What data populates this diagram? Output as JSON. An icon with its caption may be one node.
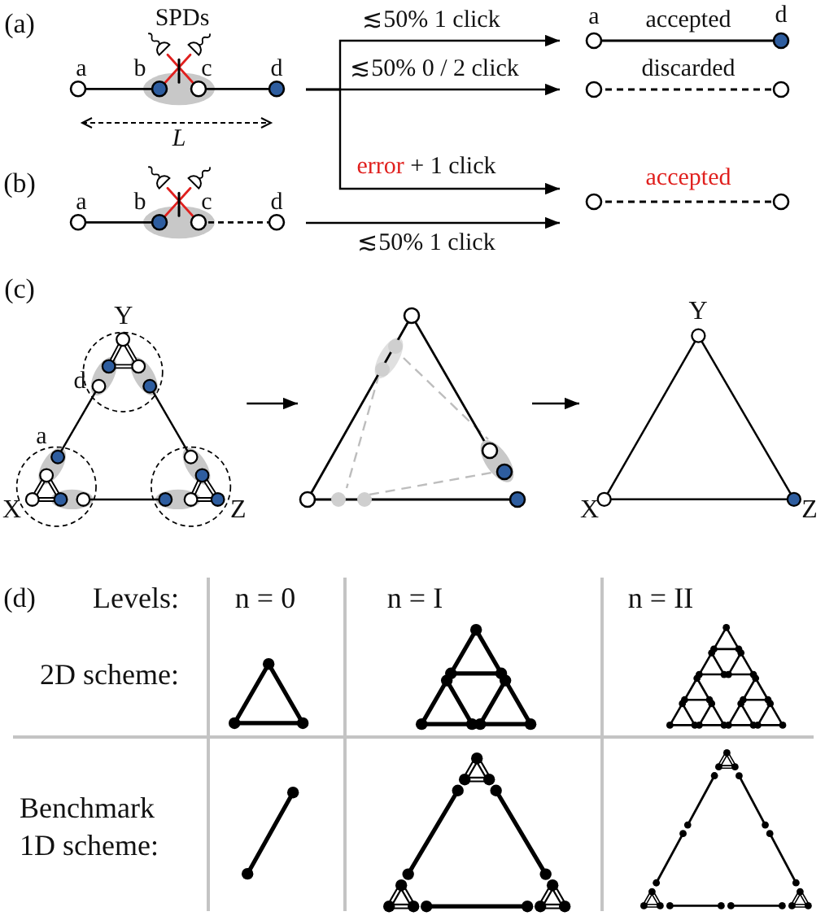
{
  "diagram": {
    "nodes": [
      {
        "text": [
          "SPDs",
          "a",
          "b",
          "c",
          "d",
          "L"
        ]
      },
      {
        "text": [
          "a",
          "accepted",
          "d"
        ]
      },
      {
        "text": [
          "discarded"
        ]
      },
      {
        "text": [
          "a",
          "b",
          "c",
          "d"
        ]
      },
      {
        "text": [
          "accepted"
        ]
      },
      {
        "text": [
          "Y",
          "d",
          "a",
          "X",
          "Z"
        ]
      },
      {
        "text": [],
        "shape": "picture"
      },
      {
        "text": [
          "Y",
          "X",
          "Z"
        ]
      }
    ],
    "edges": [
      {
        "from": 0,
        "to": 1,
        "arrow": "to",
        "label": "≲50% 1 click"
      },
      {
        "from": 0,
        "to": 2,
        "arrow": "to",
        "label": "≲50% 0 / 2 click"
      },
      {
        "from": 0,
        "to": 4,
        "arrow": "to",
        "label": "error + 1 click"
      },
      {
        "from": 3,
        "to": 4,
        "arrow": "to",
        "label": "≲50% 1 click"
      },
      {
        "from": 5,
        "to": 6,
        "arrow": "to"
      },
      {
        "from": 6,
        "to": 7,
        "arrow": "to"
      }
    ],
    "labels": [
      "(a)",
      "(b)",
      "(c)",
      "(d)",
      "Levels:",
      "n = 0",
      "n = I",
      "n = II",
      "2D scheme:",
      "Benchmark 1D scheme:"
    ]
  }
}
